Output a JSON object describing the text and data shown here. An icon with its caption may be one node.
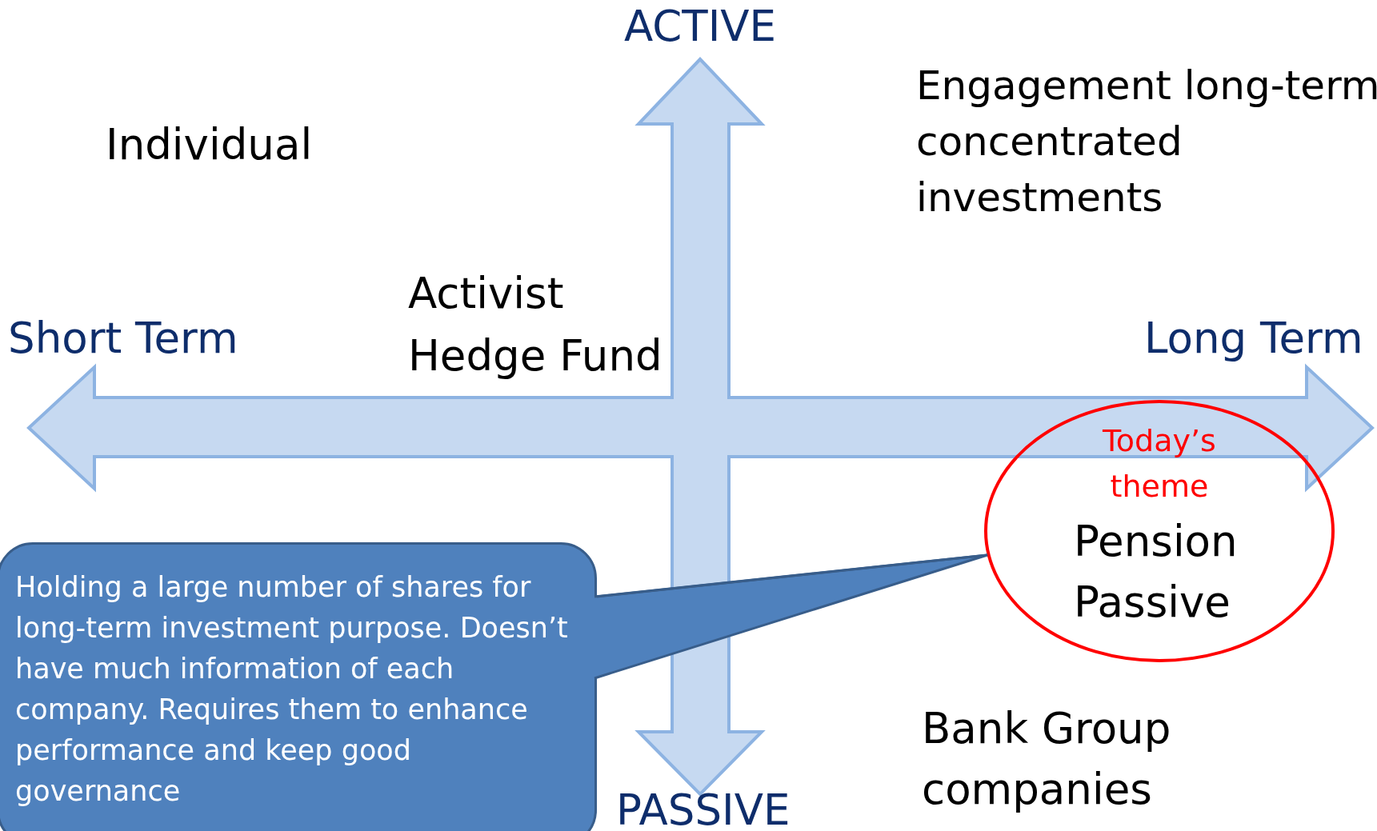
{
  "diagram": {
    "nodes": [
      {
        "text": [
          "Today’s theme",
          "Pension Passive"
        ]
      },
      {
        "text": [
          "Holding a large number of shares for long-term investment purpose. Doesn’t have much information of each company. Requires them to enhance performance and keep good governance"
        ]
      }
    ],
    "edges": [
      {
        "from": 1,
        "to": 0,
        "arrow": "none"
      }
    ],
    "labels": [
      "ACTIVE",
      "Engagement long-term concentrated investments",
      "Individual",
      "Activist Hedge Fund",
      "Short Term",
      "Long Term",
      "Bank Group companies",
      "PASSIVE"
    ]
  }
}
